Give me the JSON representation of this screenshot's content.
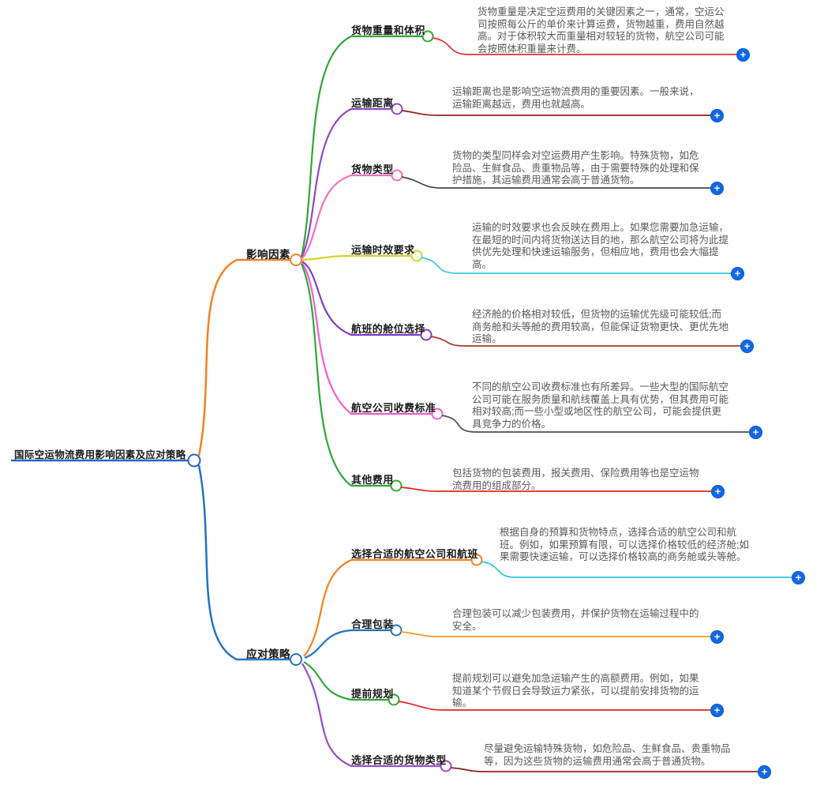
{
  "root": {
    "label": "国际空运物流费用影响因素及应对策略",
    "color": "#2a62c4"
  },
  "ui": {
    "plus_glyph": "+",
    "plus_color": "#1168e3",
    "node_fill": "#ffffff",
    "background": "#ffffff",
    "desc_text_color": "#5a5a5a",
    "label_text_color": "#1a1a1a"
  },
  "branches": [
    {
      "label": "影响因素",
      "color": "#f5821f",
      "children": [
        {
          "label": "货物重量和体积",
          "label_color": "#2fa832",
          "desc": "货物重量是决定空运费用的关键因素之一，通常，空运公司按照每公斤的单价来计算运费，货物越重，费用自然越高。对于体积较大而重量相对较轻的货物，航空公司可能会按照体积重量来计费。",
          "desc_color": "#e03131"
        },
        {
          "label": "运输距离",
          "label_color": "#8d4bbf",
          "desc": "运输距离也是影响空运物流费用的重要因素。一般来说，运输距离越远，费用也就越高。",
          "desc_color": "#8b1f1f"
        },
        {
          "label": "货物类型",
          "label_color": "#ef6fc5",
          "desc": "货物的类型同样会对空运费用产生影响。特殊货物，如危险品、生鲜食品、贵重物品等，由于需要特殊的处理和保护措施，其运输费用通常会高于普通货物。",
          "desc_color": "#474747"
        },
        {
          "label": "运输时效要求",
          "label_color": "#d4d326",
          "desc": "运输的时效要求也会反映在费用上。如果您需要加急运输，在最短的时间内将货物送达目的地，那么航空公司将为此提供优先处理和快速运输服务，但相应地，费用也会大幅提高。",
          "desc_color": "#38c9dd"
        },
        {
          "label": "航班的舱位选择",
          "label_color": "#7b3fc4",
          "desc": "经济舱的价格相对较低，但货物的运输优先级可能较低;而商务舱和头等舱的费用较高，但能保证货物更快、更优先地运输。",
          "desc_color": "#a63a28"
        },
        {
          "label": "航空公司收费标准",
          "label_color": "#f45bd2",
          "desc": "不同的航空公司收费标准也有所差异。一些大型的国际航空公司可能在服务质量和航线覆盖上具有优势，但其费用可能相对较高;而一些小型或地区性的航空公司，可能会提供更具竞争力的价格。",
          "desc_color": "#4f4f4f"
        },
        {
          "label": "其他费用",
          "label_color": "#2fa832",
          "desc": "包括货物的包装费用，报关费用、保险费用等也是空运物流费用的组成部分。",
          "desc_color": "#e42222"
        }
      ]
    },
    {
      "label": "应对策略",
      "color": "#2273c4",
      "children": [
        {
          "label": "选择合适的航空公司和航班",
          "label_color": "#f5821f",
          "desc": "根据自身的预算和货物特点，选择合适的航空公司和航班。例如，如果预算有限，可以选择价格较低的经济舱;如果需要快速运输，可以选择价格较高的商务舱或头等舱。",
          "desc_color": "#2fc4dd"
        },
        {
          "label": "合理包装",
          "label_color": "#2273c4",
          "desc": "合理包装可以减少包装费用，并保护货物在运输过程中的安全。",
          "desc_color": "#f89a1c"
        },
        {
          "label": "提前规划",
          "label_color": "#2fa832",
          "desc": "提前规划可以避免加急运输产生的高额费用。例如，如果知道某个节假日会导致运力紧张，可以提前安排货物的运输。",
          "desc_color": "#e42222"
        },
        {
          "label": "选择合适的货物类型",
          "label_color": "#9a4bc8",
          "desc": "尽量避免运输特殊货物，如危险品、生鲜食品、贵重物品等，因为这些货物的运输费用通常会高于普通货物。",
          "desc_color": "#8b2424"
        }
      ]
    }
  ]
}
